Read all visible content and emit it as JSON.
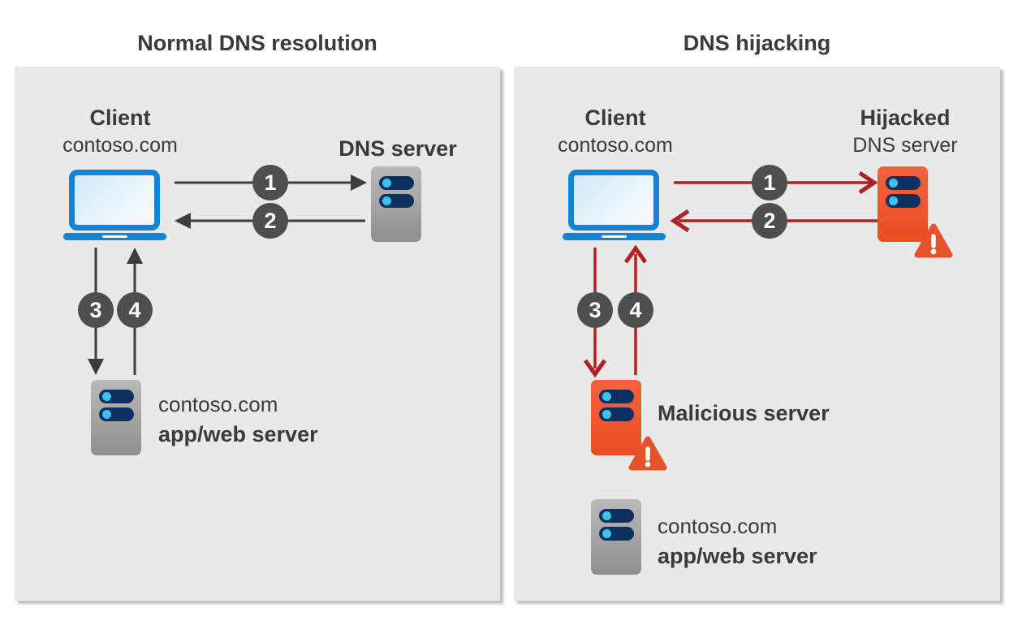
{
  "colors": {
    "panel-bg": "#e9e9e9",
    "text": "#3a3a3a",
    "blue": "#1483d6",
    "navy": "#0e3060",
    "cyan": "#3ac2ea",
    "server-gray-top": "#bababa",
    "server-gray-bottom": "#8f8f8f",
    "server-orange-top": "#f4613f",
    "server-orange-bottom": "#e94d20",
    "warning-orange": "#e4532c",
    "arrow-dark": "#3d3d3d",
    "arrow-red": "#b02222",
    "badge-bg": "#4e4e4e"
  },
  "left_panel": {
    "title": "Normal DNS resolution",
    "client_name": "Client",
    "client_domain": "contoso.com",
    "dns_server_label": "DNS server",
    "steps": [
      "1",
      "2",
      "3",
      "4"
    ],
    "app_server_domain": "contoso.com",
    "app_server_label": "app/web server"
  },
  "right_panel": {
    "title": "DNS hijacking",
    "client_name": "Client",
    "client_domain": "contoso.com",
    "dns_server_label_line1": "Hijacked",
    "dns_server_label_line2": "DNS server",
    "steps": [
      "1",
      "2",
      "3",
      "4"
    ],
    "malicious_server_label": "Malicious server",
    "app_server_domain": "contoso.com",
    "app_server_label": "app/web server"
  }
}
